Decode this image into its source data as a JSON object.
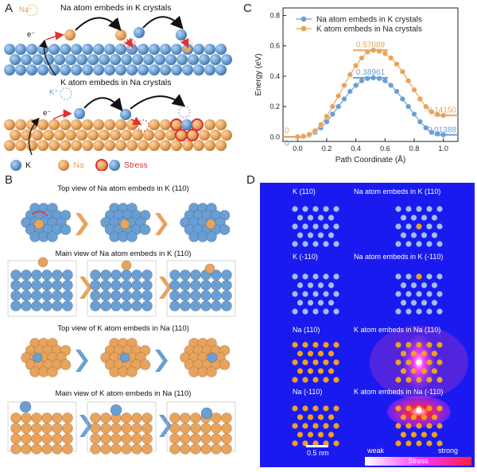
{
  "panel_a": {
    "label": "A",
    "top_caption": "Na atom embeds in K crystals",
    "bottom_caption": "K atom embeds in Na crystals",
    "na_ion": "Na⁺",
    "k_ion": "K⁺",
    "electron": "e⁻",
    "legend": {
      "k": "K",
      "na": "Na",
      "stress": "Stress"
    }
  },
  "panel_b": {
    "label": "B",
    "captions": [
      "Top view of Na atom embeds in K (110)",
      "Main view of Na atom embeds in K (110)",
      "Top view of K atom embeds in Na (110)",
      "Main view of K atom embeds in Na (110)"
    ]
  },
  "panel_c": {
    "label": "C"
  },
  "panel_d": {
    "label": "D",
    "titles": [
      "K (110)",
      "Na atom embeds in  K (110)",
      "K (-110)",
      "Na atom embeds in K (-110)",
      "Na (110)",
      "K atom embeds in Na (110)",
      "Na (-110)",
      "K atom embeds in Na (-110)"
    ],
    "scale_bar": "0.5 nm",
    "stress_weak": "weak",
    "stress_strong": "strong",
    "stress_label": "Stress"
  },
  "colors": {
    "k": "#6a9fd4",
    "na": "#e8a35c",
    "navy": "#1a1af0",
    "stress": "#e03030"
  },
  "chart_data": {
    "type": "line",
    "xlabel": "Path Coordinate (Å)",
    "ylabel": "Energy (eV)",
    "xlim": [
      -0.1,
      1.1
    ],
    "ylim": [
      -0.03,
      0.85
    ],
    "xticks": [
      "0.0",
      "0.2",
      "0.4",
      "0.6",
      "0.8",
      "1.0"
    ],
    "yticks": [
      "0.0",
      "0.2",
      "0.4",
      "0.6",
      "0.8"
    ],
    "legend_position": "top-right",
    "series": [
      {
        "name": "Na atom embeds in K crystals",
        "color": "#6a9fd4",
        "x": [
          0,
          0.04,
          0.08,
          0.12,
          0.16,
          0.2,
          0.24,
          0.28,
          0.32,
          0.36,
          0.4,
          0.44,
          0.48,
          0.52,
          0.56,
          0.6,
          0.64,
          0.68,
          0.72,
          0.76,
          0.8,
          0.84,
          0.88,
          0.92,
          0.96,
          1.0
        ],
        "y": [
          0,
          0.003,
          0.012,
          0.03,
          0.06,
          0.1,
          0.15,
          0.2,
          0.25,
          0.3,
          0.34,
          0.37,
          0.385,
          0.3896,
          0.385,
          0.37,
          0.34,
          0.3,
          0.25,
          0.2,
          0.15,
          0.1,
          0.06,
          0.03,
          0.02,
          0.01388
        ],
        "annotations": [
          {
            "text": "0",
            "x": 0,
            "y": 0
          },
          {
            "text": "0.38961",
            "x": 0.5,
            "y": 0.38961
          },
          {
            "text": "0.01388",
            "x": 1.0,
            "y": 0.01388
          }
        ]
      },
      {
        "name": "K atom embeds in Na crystals",
        "color": "#e8a35c",
        "x": [
          0,
          0.04,
          0.08,
          0.12,
          0.16,
          0.2,
          0.24,
          0.28,
          0.32,
          0.36,
          0.4,
          0.44,
          0.48,
          0.52,
          0.56,
          0.6,
          0.64,
          0.68,
          0.72,
          0.76,
          0.8,
          0.84,
          0.88,
          0.92,
          0.96,
          1.0
        ],
        "y": [
          0,
          0.004,
          0.016,
          0.04,
          0.08,
          0.135,
          0.2,
          0.27,
          0.34,
          0.41,
          0.47,
          0.52,
          0.56,
          0.5709,
          0.565,
          0.55,
          0.52,
          0.48,
          0.43,
          0.37,
          0.31,
          0.25,
          0.2,
          0.165,
          0.148,
          0.1415
        ],
        "annotations": [
          {
            "text": "0",
            "x": 0,
            "y": 0
          },
          {
            "text": "0.57089",
            "x": 0.5,
            "y": 0.57089
          },
          {
            "text": "0.14150",
            "x": 1.0,
            "y": 0.1415
          }
        ]
      }
    ]
  }
}
